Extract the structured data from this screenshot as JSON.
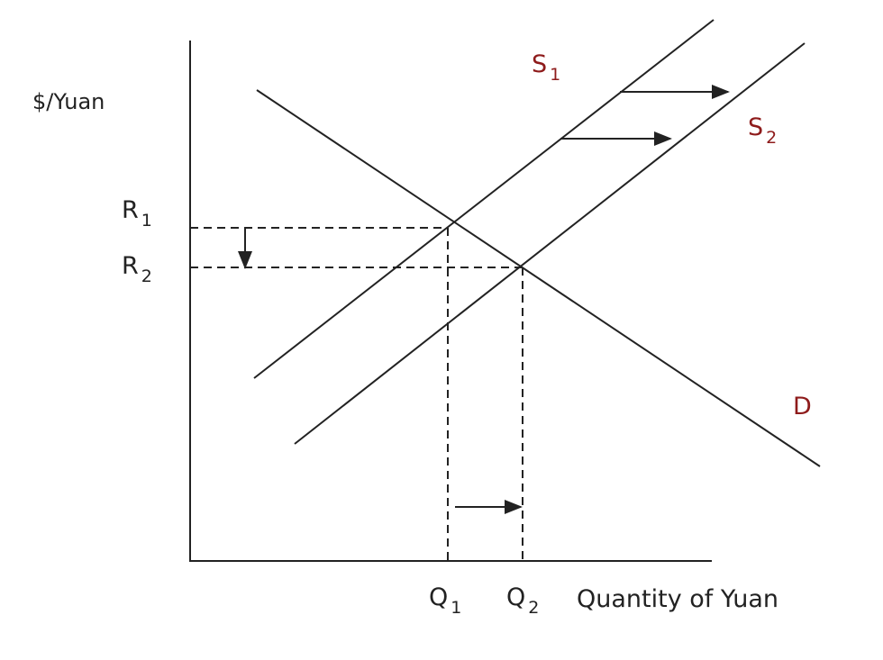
{
  "diagram": {
    "y_axis_label": "$/Yuan",
    "x_axis_label": "Quantity of Yuan",
    "rates": [
      {
        "letter": "R",
        "sub": "1"
      },
      {
        "letter": "R",
        "sub": "2"
      }
    ],
    "quantities": [
      {
        "letter": "Q",
        "sub": "1"
      },
      {
        "letter": "Q",
        "sub": "2"
      }
    ],
    "supply_curves": [
      {
        "letter": "S",
        "sub": "1"
      },
      {
        "letter": "S",
        "sub": "2"
      }
    ],
    "demand_label": "D",
    "curve_label_color": "#8e1b1b"
  }
}
